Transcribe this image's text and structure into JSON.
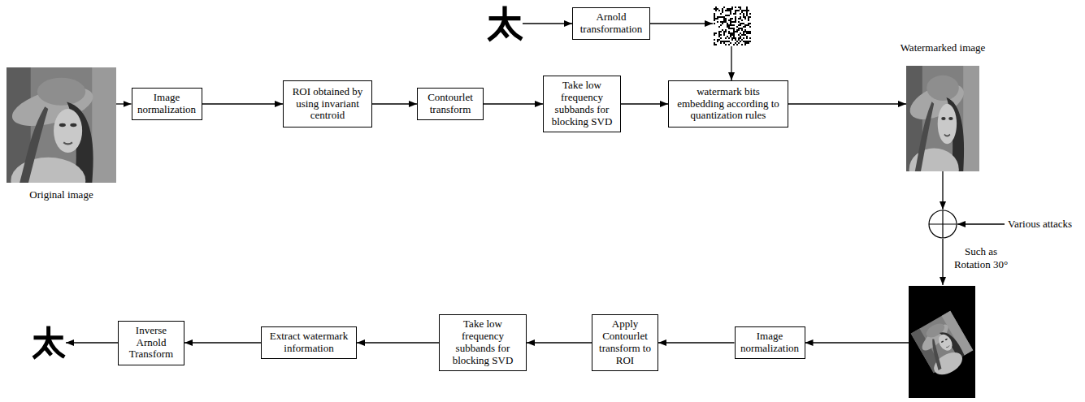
{
  "diagram": {
    "nodes": [
      {
        "text": [
          "Original image"
        ]
      },
      {
        "text": [
          "Image normalization"
        ]
      },
      {
        "text": [
          "ROI obtained by using invariant centroid"
        ]
      },
      {
        "text": [
          "Contourlet transform"
        ]
      },
      {
        "text": [
          "Take low frequency subbands for blocking SVD"
        ]
      },
      {
        "text": [
          "watermark bits embedding according to quantization rules"
        ]
      },
      {
        "text": [
          "Arnold transformation"
        ]
      },
      {
        "text": [
          "Watermarked image"
        ]
      },
      {
        "text": [
          "Image normalization"
        ]
      },
      {
        "text": [
          "Apply Contourlet transform to ROI"
        ]
      },
      {
        "text": [
          "Take low frequency subbands for blocking SVD"
        ]
      },
      {
        "text": [
          "Extract watermark information"
        ]
      },
      {
        "text": [
          "Inverse Arnold Transform"
        ]
      }
    ],
    "edges": [
      {
        "from": 0,
        "to": 1,
        "arrow": "to"
      },
      {
        "from": 1,
        "to": 2,
        "arrow": "to"
      },
      {
        "from": 2,
        "to": 3,
        "arrow": "to"
      },
      {
        "from": 3,
        "to": 4,
        "arrow": "to"
      },
      {
        "from": 4,
        "to": 5,
        "arrow": "to"
      },
      {
        "from": 5,
        "to": 7,
        "arrow": "to"
      },
      {
        "from": 8,
        "to": 9,
        "arrow": "to"
      },
      {
        "from": 9,
        "to": 10,
        "arrow": "to"
      },
      {
        "from": 10,
        "to": 11,
        "arrow": "to"
      },
      {
        "from": 11,
        "to": 12,
        "arrow": "to"
      }
    ],
    "labels": [
      "Various attacks",
      "Such as Rotation 30°"
    ]
  }
}
